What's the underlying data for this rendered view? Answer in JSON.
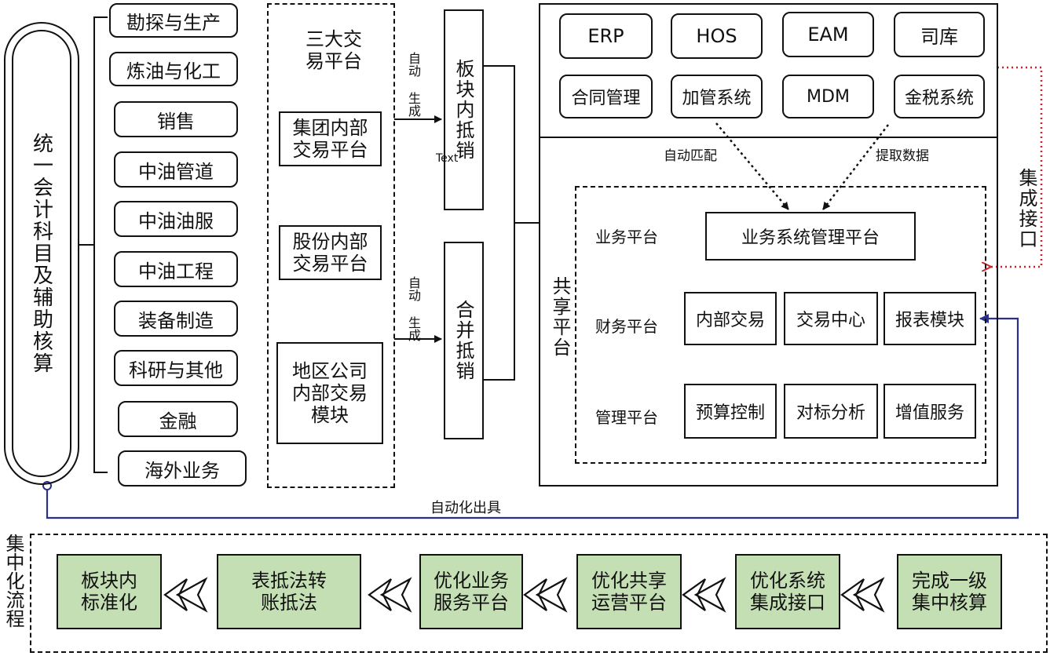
{
  "left_title": "统一会计科目及辅助核算",
  "sectors": [
    "勘探与生产",
    "炼油与化工",
    "销售",
    "中油管道",
    "中油油服",
    "中油工程",
    "装备制造",
    "科研与其他",
    "金融",
    "海外业务"
  ],
  "trading": {
    "title": "三大交\n易平台",
    "items": [
      "集团内部\n交易平台",
      "股份内部\n交易平台",
      "地区公司\n内部交易\n模块"
    ]
  },
  "auto_generate_1": "自动\n生成",
  "auto_generate_2": "自动\n生成",
  "stray_text": "Text",
  "offset_boxes": {
    "sector_offset": "板块内抵销",
    "consolidated_offset": "合并抵销"
  },
  "systems": [
    "ERP",
    "HOS",
    "EAM",
    "司库",
    "合同管理",
    "加管系统",
    "MDM",
    "金税系统"
  ],
  "auto_match": "自动匹配",
  "extract_data": "提取数据",
  "integration_interface": "集成接口",
  "shared_platform": "共享平台",
  "business_platform": {
    "label": "业务平台",
    "box": "业务系统管理平台"
  },
  "finance_platform": {
    "label": "财务平台",
    "items": [
      "内部交易",
      "交易中心",
      "报表模块"
    ]
  },
  "management_platform": {
    "label": "管理平台",
    "items": [
      "预算控制",
      "对标分析",
      "增值服务"
    ]
  },
  "auto_output": "自动化出具",
  "process": {
    "label": "集中化流程",
    "steps": [
      "板块内\n标准化",
      "表抵法转\n账抵法",
      "优化业务\n服务平台",
      "优化共享\n运营平台",
      "优化系统\n集成接口",
      "完成一级\n集中核算"
    ]
  },
  "colors": {
    "green": "#c5dfb4",
    "red_dotted": "#d0202a",
    "blue_line": "#2b2f8c"
  }
}
